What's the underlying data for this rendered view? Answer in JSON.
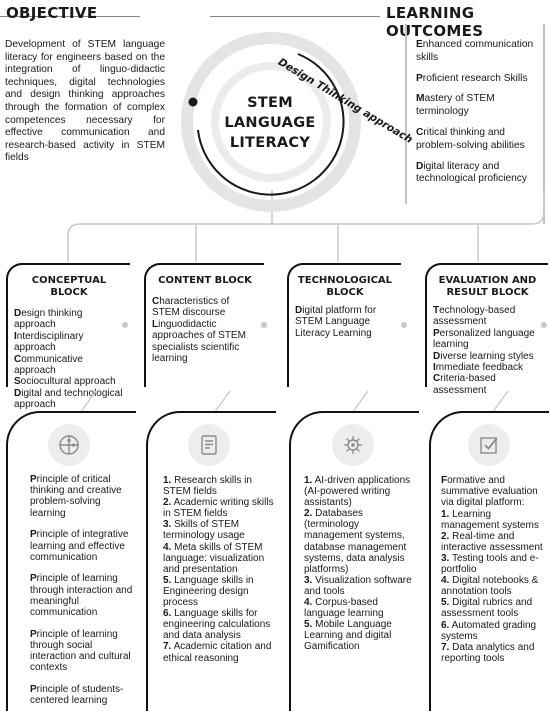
{
  "headers": {
    "objective": "OBJECTIVE",
    "outcomes": "LEARNING OUTCOMES"
  },
  "objective_text": "Development of STEM language literacy for engineers based on the integration of linguo-didactic techniques, digital technologies and design thinking approaches through the formation of complex competences necessary for effective communication and research-based activity in STEM fields",
  "center": {
    "line1": "STEM",
    "line2": "LANGUAGE",
    "line3": "LITERACY",
    "arc_label": "Design Thinking approach"
  },
  "outcomes": [
    {
      "first": "E",
      "rest": "nhanced communication skills"
    },
    {
      "first": "P",
      "rest": "roficient research Skills"
    },
    {
      "first": "M",
      "rest": "astery of STEM terminology"
    },
    {
      "first": "C",
      "rest": "ritical thinking and problem-solving abilities"
    },
    {
      "first": "D",
      "rest": "igital literacy and technological proficiency"
    }
  ],
  "blocks": [
    {
      "title": "CONCEPTUAL BLOCK",
      "items": [
        {
          "first": "D",
          "rest": "esign thinking approach"
        },
        {
          "first": "I",
          "rest": "nterdisciplinary approach"
        },
        {
          "first": "C",
          "rest": "ommunicative approach"
        },
        {
          "first": "S",
          "rest": "ociocultural approach"
        },
        {
          "first": "D",
          "rest": "igital and technological approach"
        }
      ]
    },
    {
      "title": "CONTENT BLOCK",
      "items": [
        {
          "first": "C",
          "rest": "haracteristics of STEM discourse"
        },
        {
          "first": "L",
          "rest": "inguodidactic approaches of STEM specialists scientific learning"
        }
      ]
    },
    {
      "title": "TECHNOLOGICAL BLOCK",
      "items": [
        {
          "first": "D",
          "rest": "igital platform for STEM Language Literacy Learning"
        }
      ]
    },
    {
      "title": "EVALUATION AND RESULT BLOCK",
      "items": [
        {
          "first": "T",
          "rest": "echnology-based assessment"
        },
        {
          "first": "P",
          "rest": "ersonalized language learning"
        },
        {
          "first": "D",
          "rest": "iverse learning styles"
        },
        {
          "first": "I",
          "rest": "mmediate feedback"
        },
        {
          "first": "C",
          "rest": "riteria-based assessment"
        }
      ]
    }
  ],
  "bottom1": [
    {
      "first": "P",
      "rest": "rinciple of critical thinking and creative problem-solving learning"
    },
    {
      "first": "P",
      "rest": "rinciple of integrative learning and effective communication"
    },
    {
      "first": "P",
      "rest": "rinciple of learning through interaction and meaningful communication"
    },
    {
      "first": "P",
      "rest": "rinciple of learning through social interaction and cultural contexts"
    },
    {
      "first": "P",
      "rest": "rinciple of students-centered learning"
    }
  ],
  "bottom2": [
    {
      "n": "1.",
      "t": " Research skills in STEM fields"
    },
    {
      "n": "2.",
      "t": " Academic writing skills in STEM fields"
    },
    {
      "n": "3.",
      "t": " Skills of STEM terminology usage"
    },
    {
      "n": "4.",
      "t": " Meta skills of STEM language: visualization and presentation"
    },
    {
      "n": "5.",
      "t": " Language skills in Engineering design process"
    },
    {
      "n": "6.",
      "t": " Language skills for engineering calculations and data analysis"
    },
    {
      "n": "7.",
      "t": " Academic citation and ethical reasoning"
    }
  ],
  "bottom3": [
    {
      "n": "1.",
      "t": " AI-driven applications (AI-powered writing assistants)"
    },
    {
      "n": "2.",
      "t": " Databases (terminology management systems, database management systems, data analysis platforms)"
    },
    {
      "n": "3.",
      "t": " Visualization software and tools"
    },
    {
      "n": "4.",
      "t": " Corpus-based language learning"
    },
    {
      "n": "5.",
      "t": " Mobile Language Learning and digital Gamification"
    }
  ],
  "bottom4": {
    "intro_first": "F",
    "intro_rest": "ormative and summative evaluation via digital platform:",
    "items": [
      {
        "n": "1.",
        "t": " Learning management systems"
      },
      {
        "n": "2.",
        "t": " Real-time and interactive assessment"
      },
      {
        "n": "3.",
        "t": " Testing tools and e-portfolio"
      },
      {
        "n": "4.",
        "t": " Digital notebooks & annotation tools"
      },
      {
        "n": "5.",
        "t": " Digital rubrics and assessment tools"
      },
      {
        "n": "6.",
        "t": " Automated grading systems"
      },
      {
        "n": "7.",
        "t": " Data analytics and reporting tools"
      }
    ]
  }
}
